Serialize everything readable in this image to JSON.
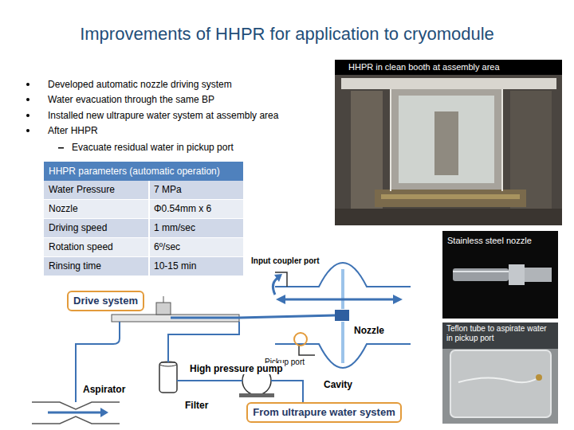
{
  "diagram": {
    "title": "Improvements of HHPR for application to cryomodule",
    "nodes": [
      {
        "text": [
          "HHPR parameters (automatic operation)"
        ]
      },
      {
        "text": [
          "Drive system"
        ]
      },
      {
        "text": [
          "From ultrapure water system"
        ]
      }
    ],
    "labels": [
      "Developed automatic nozzle driving system",
      "Water evacuation through the same BP",
      "Installed new ultrapure water system at assembly area",
      "After HHPR",
      "Evacuate residual water in pickup port",
      "HHPR in clean booth at assembly area",
      "Water Pressure",
      "7 MPa",
      "Nozzle",
      "Φ0.54mm x 6",
      "Driving speed",
      "1 mm/sec",
      "Rotation speed",
      "6º/sec",
      "Rinsing time",
      "10-15 min",
      "Stainless steel nozzle",
      "Input coupler port",
      "Nozzle",
      "Pickup port",
      "Teflon tube to aspirate water in pickup port",
      "High pressure pump",
      "Cavity",
      "Aspirator",
      "Filter"
    ]
  }
}
